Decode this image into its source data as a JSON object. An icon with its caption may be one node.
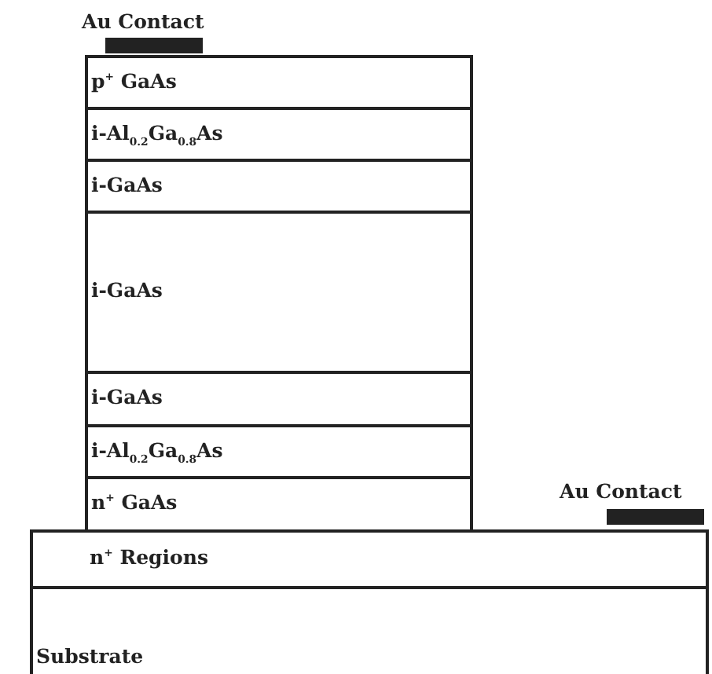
{
  "diagram": {
    "nodes": [
      {
        "text": [
          "Au Contact"
        ]
      },
      {
        "text": [
          "p$^{+}$ GaAs"
        ]
      },
      {
        "text": [
          "i-Al$_{0.2}$Ga$_{0.8}$As"
        ]
      },
      {
        "text": [
          "i-GaAs"
        ]
      },
      {
        "text": [
          "i-GaAs"
        ]
      },
      {
        "text": [
          "i-GaAs"
        ]
      },
      {
        "text": [
          "i-Al$_{0.2}$Ga$_{0.8}$As"
        ]
      },
      {
        "text": [
          "n$^{+}$ GaAs"
        ]
      },
      {
        "text": [
          "Au Contact"
        ]
      },
      {
        "text": [
          "n$^{+}$ Regions"
        ]
      },
      {
        "text": [
          "Substrate"
        ]
      }
    ]
  }
}
